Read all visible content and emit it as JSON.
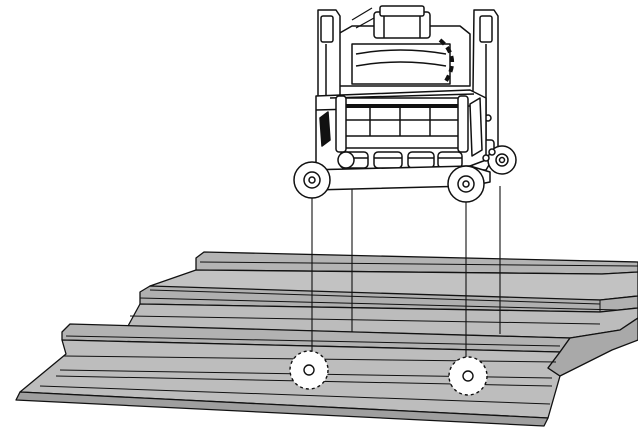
{
  "diagram": {
    "description_labels": [],
    "colors": {
      "line": "#111111",
      "panel_fill": "#b9b9b9",
      "panel_shade": "#9e9e9e",
      "machine_fill": "#ffffff",
      "background": "#ffffff"
    },
    "icons": [
      "roof-panel",
      "seaming-machine",
      "roller-wheel",
      "projection-line",
      "roller-position-marker"
    ]
  }
}
